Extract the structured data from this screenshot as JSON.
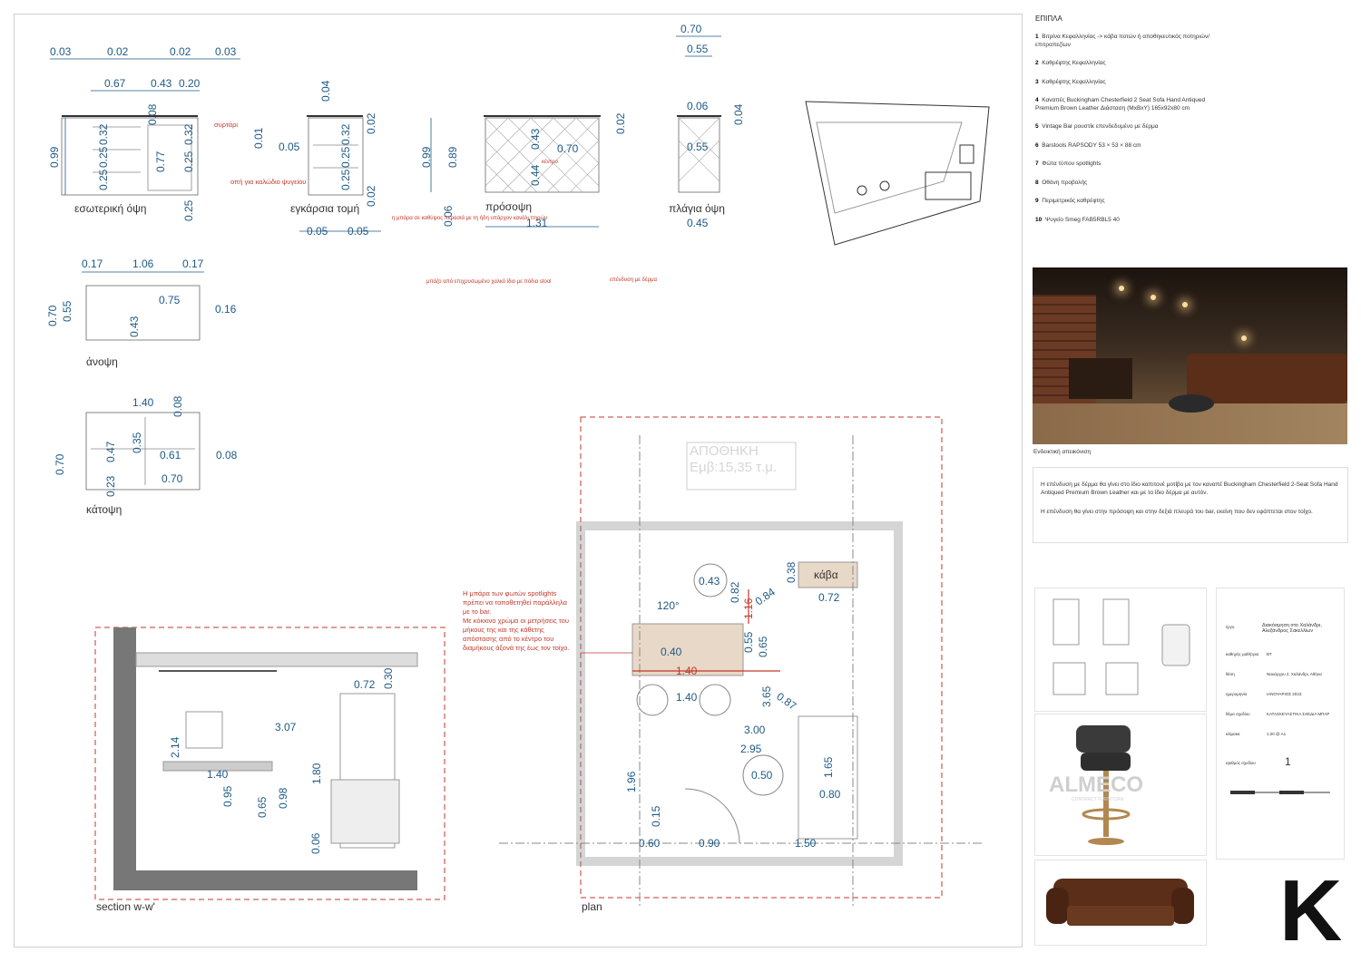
{
  "views": {
    "interior": "εσωτερική όψη",
    "cross_section": "εγκάρσια τομή",
    "front": "πρόσοψη",
    "side": "πλάγια όψη",
    "top": "άνοψη",
    "bottom": "κάτοψη",
    "section": "section w-w'",
    "plan": "plan"
  },
  "dims": {
    "i_003a": "0.03",
    "i_002a": "0.02",
    "i_002b": "0.02",
    "i_003b": "0.03",
    "i_067": "0.67",
    "i_043": "0.43",
    "i_020": "0.20",
    "i_099": "0.99",
    "i_032a": "0.32",
    "i_025a": "0.25",
    "i_025b": "0.25",
    "i_008": "0.08",
    "i_077": "0.77",
    "i_032b": "0.32",
    "i_025c": "0.25",
    "i_025d": "0.25",
    "c_004": "0.04",
    "c_001": "0.01",
    "c_005": "0.05",
    "c_032": "0.32",
    "c_025a": "0.25",
    "c_025b": "0.25",
    "c_002a": "0.02",
    "c_002b": "0.02",
    "c_005b": "0.05",
    "c_005c": "0.05",
    "f_002": "0.02",
    "f_099": "0.99",
    "f_089": "0.89",
    "f_043": "0.43",
    "f_070": "0.70",
    "f_044": "0.44",
    "f_006": "0.06",
    "f_131": "1.31",
    "s_070": "0.70",
    "s_055": "0.55",
    "s_006": "0.06",
    "s_004": "0.04",
    "s_055b": "0.55",
    "s_045": "0.45",
    "t_017a": "0.17",
    "t_106": "1.06",
    "t_017b": "0.17",
    "t_070": "0.70",
    "t_055": "0.55",
    "t_075": "0.75",
    "t_016": "0.16",
    "t_043": "0.43",
    "b_140": "1.40",
    "b_008": "0.08",
    "b_070": "0.70",
    "b_047": "0.47",
    "b_035": "0.35",
    "b_061": "0.61",
    "b_008b": "0.08",
    "b_023": "0.23",
    "b_070b": "0.70",
    "sec_072": "0.72",
    "sec_030": "0.30",
    "sec_307": "3.07",
    "sec_214": "2.14",
    "sec_140": "1.40",
    "sec_180": "1.80",
    "sec_095": "0.95",
    "sec_065": "0.65",
    "sec_098": "0.98",
    "sec_006": "0.06",
    "p_043": "0.43",
    "p_038": "0.38",
    "p_082": "0.82",
    "p_116": "1.16",
    "p_084": "0.84",
    "p_072": "0.72",
    "p_120": "120°",
    "p_040": "0.40",
    "p_055": "0.55",
    "p_065": "0.65",
    "p_140": "1.40",
    "p_140b": "1.40",
    "p_365": "3.65",
    "p_087": "0.87",
    "p_300": "3.00",
    "p_295": "2.95",
    "p_050": "0.50",
    "p_165": "1.65",
    "p_196": "1.96",
    "p_080": "0.80",
    "p_015": "0.15",
    "p_060": "0.60",
    "p_090": "0.90",
    "p_150": "1.50"
  },
  "labels": {
    "kava": "κάβα",
    "storage_1": "ΑΠΟΘΗΚΗ",
    "storage_2": "Εμβ:15,35 τ.μ.",
    "drawer": "συρτάρι",
    "fridge_hole": "οπή για καλώδιο ψυγείου",
    "center": "κέντρο",
    "bar_cable": "η μπάρα σε καθύψος περασιά με τη ήδη υπάρχον κανάλι πηρών",
    "bar_material": "μπάζο από επιχρυσωμένο χαλκό ίδιο με πόδια stool",
    "leather": "επένδυση με δέρμα",
    "spotlight_note_1": "Η μπάρα των φωτών spotlights",
    "spotlight_note_2": "πρέπει να τοποθετηθεί παράλληλα",
    "spotlight_note_3": "με το bar.",
    "spotlight_note_4": "Με κόκκινο χρώμα οι μετρήσεις του",
    "spotlight_note_5": "μήκους της και της κάθετης",
    "spotlight_note_6": "απόστασης από το κέντρο του",
    "spotlight_note_7": "διαμήκους άξονά της έως τον τοίχο."
  },
  "legend": {
    "title": "ΕΠΙΠΛΑ",
    "items": [
      {
        "n": "1",
        "t": "Βιτρίνα Κεφαλληνίας -> κάβα ποτών ή αποθηκευτικός ποτηριών/επιτραπεζίων"
      },
      {
        "n": "2",
        "t": "Καθρέφτης Κεφαλληνίας"
      },
      {
        "n": "3",
        "t": "Καθρέφτης Κεφαλληνίας"
      },
      {
        "n": "4",
        "t": "Καναπές Buckingham Chesterfield 2 Seat Sofa Hand Antiqued Premium Brown Leather Διάσταση (ΜxΒxΥ) 165x92x80 cm"
      },
      {
        "n": "5",
        "t": "Vintage Bar ρουστίκ επενδεδυμένο με δέρμα"
      },
      {
        "n": "6",
        "t": "Barstools RAPSODY 53 × 53 × 88 cm"
      },
      {
        "n": "7",
        "t": "Φώτα τύπου spotlights"
      },
      {
        "n": "8",
        "t": "Οθόνη προβολής"
      },
      {
        "n": "9",
        "t": "Περιμετρικός καθρέφτης"
      },
      {
        "n": "10",
        "t": "Ψυγείο Smeg FAB5RBL5 40"
      }
    ]
  },
  "render_caption": "Ενδεικτική απεικόνιση",
  "note": {
    "p1": "Η επένδυση με δέρμα θα γίνει στο ίδιο καπιτονέ μοτίβο με τον καναπέ Buckingham Chesterfield 2-Seat Sofa Hand Antiqued Premium Brown Leather και με το ίδιο δέρμα με αυτόν.",
    "p2": "Η επένδυση θα γίνει στην πρόσοψη και στην δεξιά πλευρά του bar, εκείνη που δεν εφάπτεται στον τοίχο."
  },
  "title_block": {
    "r1_label": "έργο",
    "r1_value": "Διακόσμηση στο Χαλάνδρι, Αλεξάνδρος Σακελλίων",
    "r2_label": "καθηγής μαθήτρια",
    "r2_value": "ΒΤ",
    "r3_label": "θέση",
    "r3_value": "Ναυάρχου 2, Χαλάνδρι, Αθήνα",
    "r4_label": "ημερομηνία",
    "r4_value": "ΙΑΝΟΥΑΡΙΟΣ 2023",
    "r5_label": "θέμα σχεδίου",
    "r5_value": "ΚΑΤΑΣΚΕΥΑΣΤΙΚΑ ΣΧΕΔΙΑ ΜΠΑΡ",
    "r6_label": "κλίμακα",
    "r6_value": "1:20 @ Α1",
    "r7_label": "αριθμός σχεδίου",
    "r7_value": "1"
  },
  "brand": {
    "almeco": "ALMECO",
    "almeco_sub": "CONTRACT FURNITURE",
    "k": "K"
  }
}
